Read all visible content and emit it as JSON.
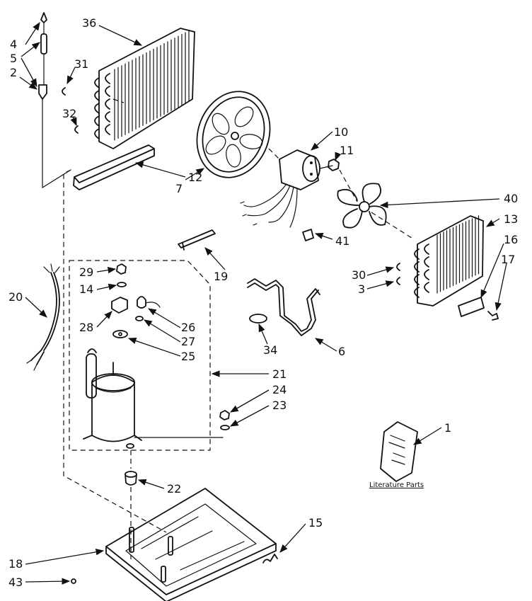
{
  "callouts": [
    "4",
    "5",
    "2",
    "36",
    "31",
    "32",
    "12",
    "7",
    "10",
    "11",
    "40",
    "13",
    "16",
    "17",
    "41",
    "19",
    "29",
    "14",
    "28",
    "26",
    "27",
    "25",
    "20",
    "30",
    "3",
    "34",
    "6",
    "21",
    "24",
    "23",
    "1",
    "22",
    "15",
    "18",
    "43"
  ],
  "literature_label": "Literature Parts"
}
